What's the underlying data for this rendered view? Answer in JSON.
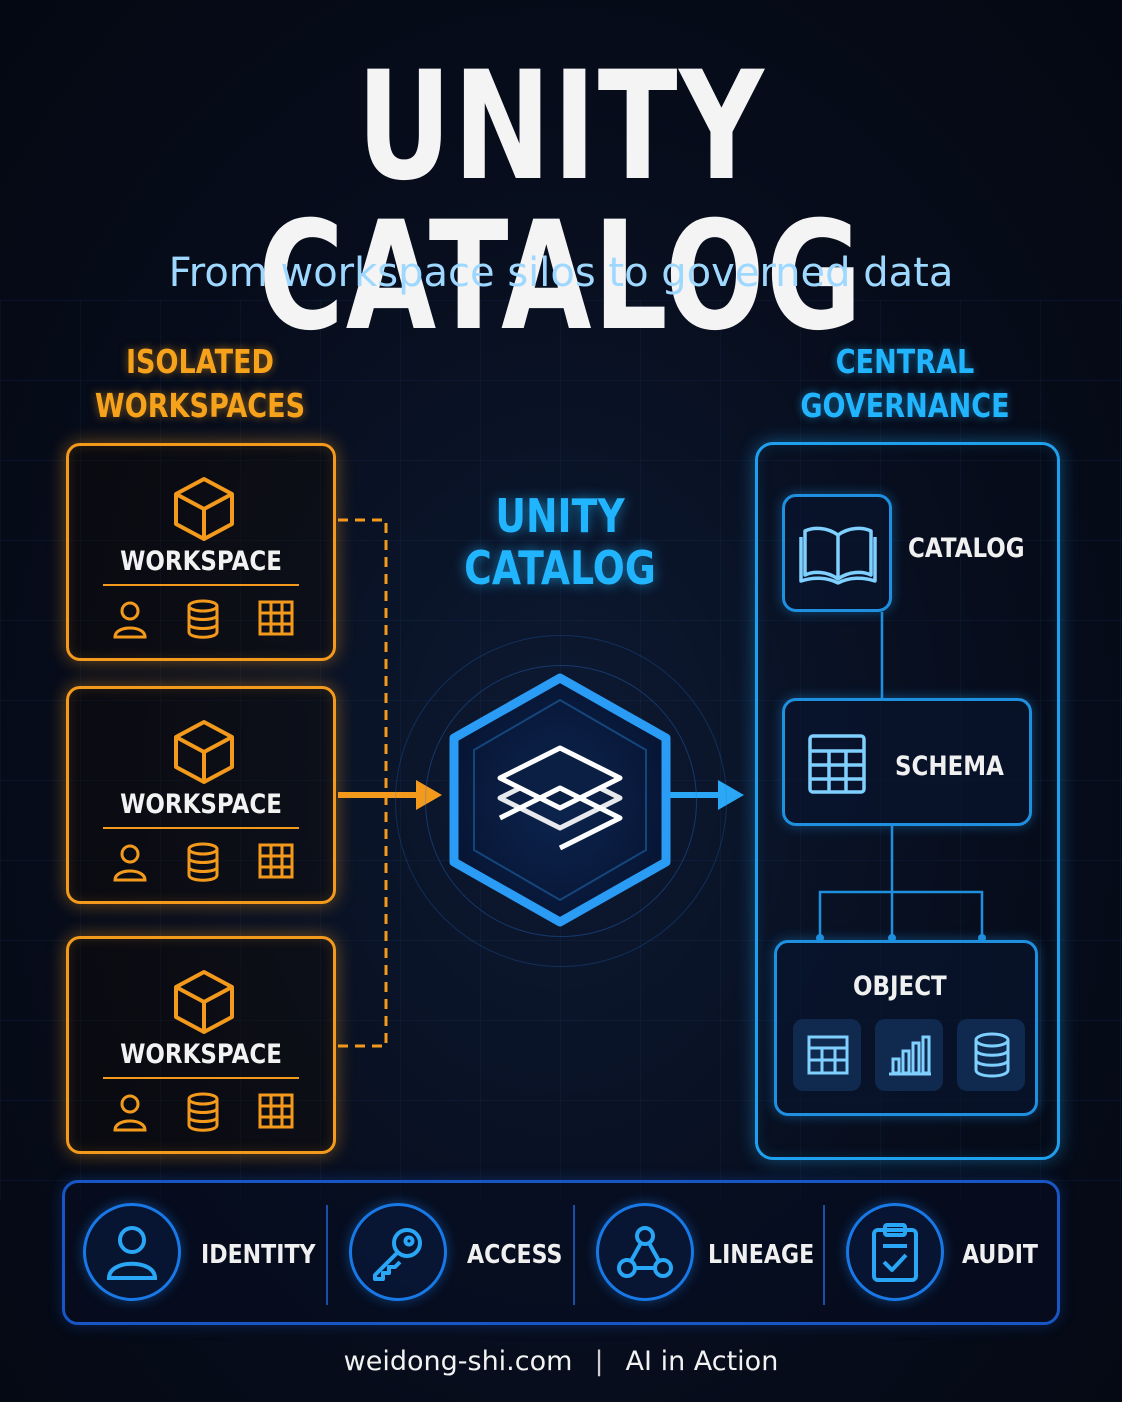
{
  "title": "UNITY CATALOG",
  "subtitle": "From workspace silos to governed data",
  "left_heading": {
    "line1": "ISOLATED",
    "line2": "WORKSPACES"
  },
  "center_heading": {
    "line1": "UNITY",
    "line2": "CATALOG"
  },
  "right_heading": {
    "line1": "CENTRAL",
    "line2": "GOVERNANCE"
  },
  "workspaces": [
    {
      "label": "WORKSPACE"
    },
    {
      "label": "WORKSPACE"
    },
    {
      "label": "WORKSPACE"
    }
  ],
  "governance": {
    "catalog": "CATALOG",
    "schema": "SCHEMA",
    "object": "OBJECT"
  },
  "pillars": [
    {
      "label": "IDENTITY",
      "icon": "person-icon"
    },
    {
      "label": "ACCESS",
      "icon": "key-icon"
    },
    {
      "label": "LINEAGE",
      "icon": "lineage-graph-icon"
    },
    {
      "label": "AUDIT",
      "icon": "clipboard-check-icon"
    }
  ],
  "footer": {
    "site": "weidong-shi.com",
    "separator": "|",
    "tagline": "AI in Action"
  },
  "colors": {
    "orange": "#f39a1c",
    "blue": "#1fa0ee",
    "title": "#f4f4f4",
    "subtitle": "#9fd8ff"
  }
}
